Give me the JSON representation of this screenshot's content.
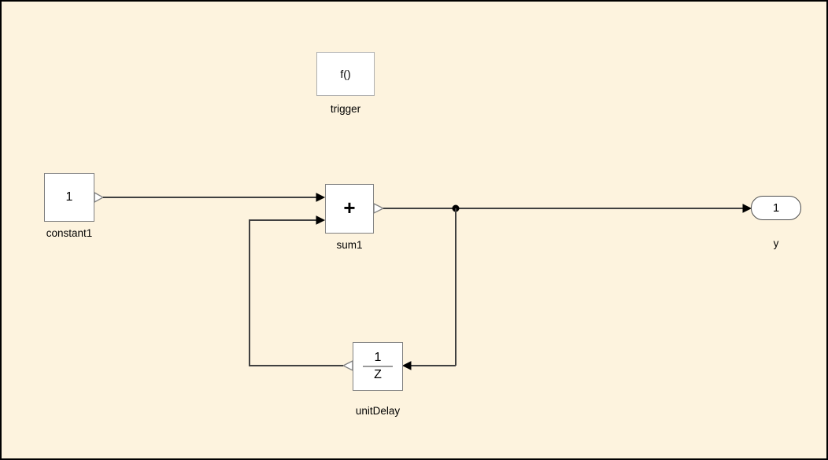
{
  "diagram": {
    "colors": {
      "background": "#FDF3DE",
      "wire": "#404040",
      "block_fill": "#FFFFFF",
      "block_border": "#818181",
      "trigger_border": "#AFAFAF",
      "outport_border": "#4D4D4D",
      "arrow_fill": "#000000",
      "text": "#000000"
    },
    "blocks": [
      {
        "id": "trigger",
        "type": "trigger-port",
        "content": "f()",
        "label": "trigger"
      },
      {
        "id": "constant1",
        "type": "constant",
        "content": "1",
        "label": "constant1"
      },
      {
        "id": "sum1",
        "type": "sum",
        "content": "+",
        "label": "sum1"
      },
      {
        "id": "unitDelay",
        "type": "unit-delay",
        "numerator": "1",
        "denominator": "Z",
        "label": "unitDelay"
      },
      {
        "id": "y",
        "type": "outport",
        "content": "1",
        "label": "y"
      }
    ],
    "wires": [
      {
        "from": "constant1",
        "to": "sum1",
        "to_port": "in1"
      },
      {
        "from": "sum1",
        "to": "y",
        "branch_at": "mid"
      },
      {
        "from": "sum1-branch",
        "to": "unitDelay",
        "to_port": "in1"
      },
      {
        "from": "unitDelay",
        "to": "sum1",
        "to_port": "in2"
      }
    ]
  }
}
